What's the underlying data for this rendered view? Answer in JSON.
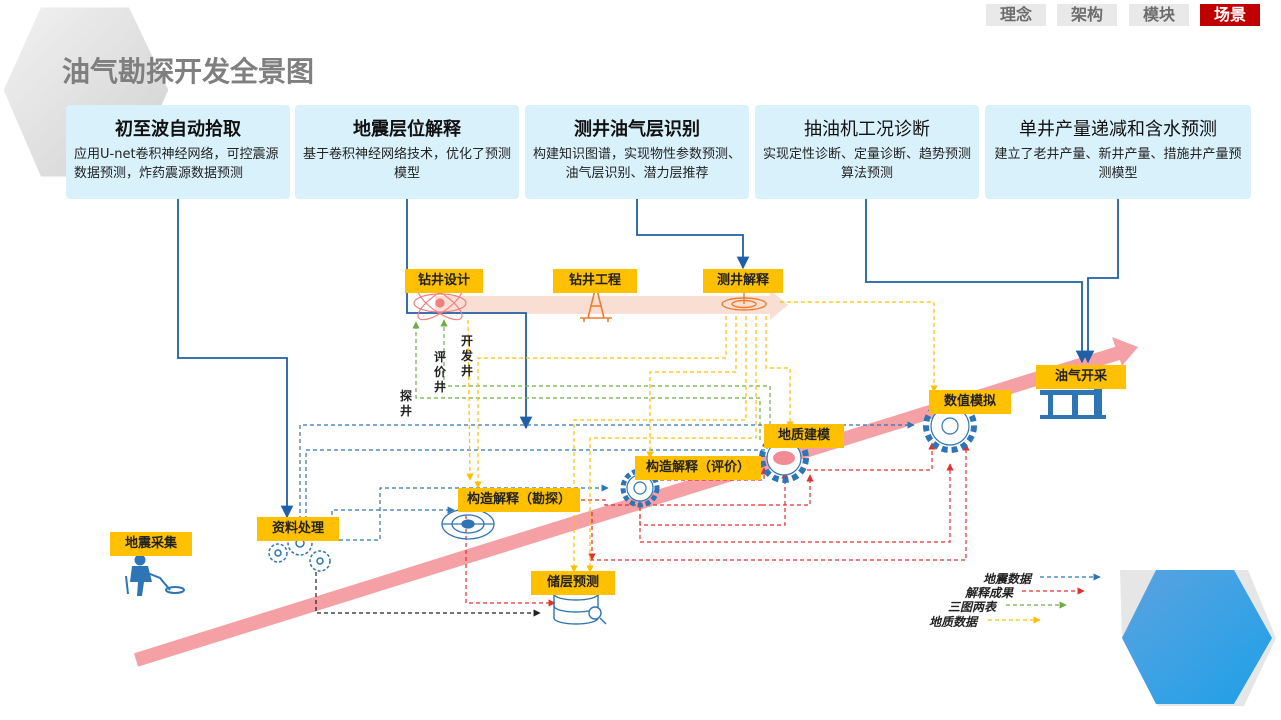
{
  "page_title": "油气勘探开发全景图",
  "nav": {
    "tabs": [
      "理念",
      "架构",
      "模块",
      "场景"
    ],
    "active": "场景"
  },
  "capabilities": [
    {
      "title": "初至波自动拾取",
      "desc": "应用U-net卷积神经网络，可控震源数据预测，炸药震源数据预测"
    },
    {
      "title": "地震层位解释",
      "desc": "基于卷积神经网络技术，优化了预测模型"
    },
    {
      "title": "测井油气层识别",
      "desc": "构建知识图谱，实现物性参数预测、油气层识别、潜力层推荐"
    },
    {
      "title": "抽油机工况诊断",
      "desc": "实现定性诊断、定量诊断、趋势预测算法预测"
    },
    {
      "title": "单井产量递减和含水预测",
      "desc": "建立了老井产量、新井产量、措施井产量预测模型"
    }
  ],
  "stages": {
    "seismic_acquisition": "地震采集",
    "data_processing": "资料处理",
    "structural_interp_exploration": "构造解释（勘探）",
    "reservoir_prediction": "储层预测",
    "structural_interp_evaluation": "构造解释（评价）",
    "geological_modeling": "地质建模",
    "numerical_simulation": "数值模拟",
    "oil_gas_production": "油气开采",
    "drilling_design": "钻井设计",
    "drilling_engineering": "钻井工程",
    "well_log_interpretation": "测井解释"
  },
  "well_types": {
    "exploration": "探井",
    "appraisal": "评价井",
    "development": "开发井"
  },
  "legend": [
    {
      "label": "地震数据",
      "color": "#2e75b6"
    },
    {
      "label": "解释成果",
      "color": "#e03030"
    },
    {
      "label": "三图两表",
      "color": "#70ad47"
    },
    {
      "label": "地质数据",
      "color": "#ffc000"
    }
  ],
  "colors": {
    "accent": "#c00000",
    "stage_tag": "#ffc000",
    "panel": "#d9f1fb",
    "flow_arrow": "#f4a0a4",
    "icon": "#2e75b6"
  }
}
